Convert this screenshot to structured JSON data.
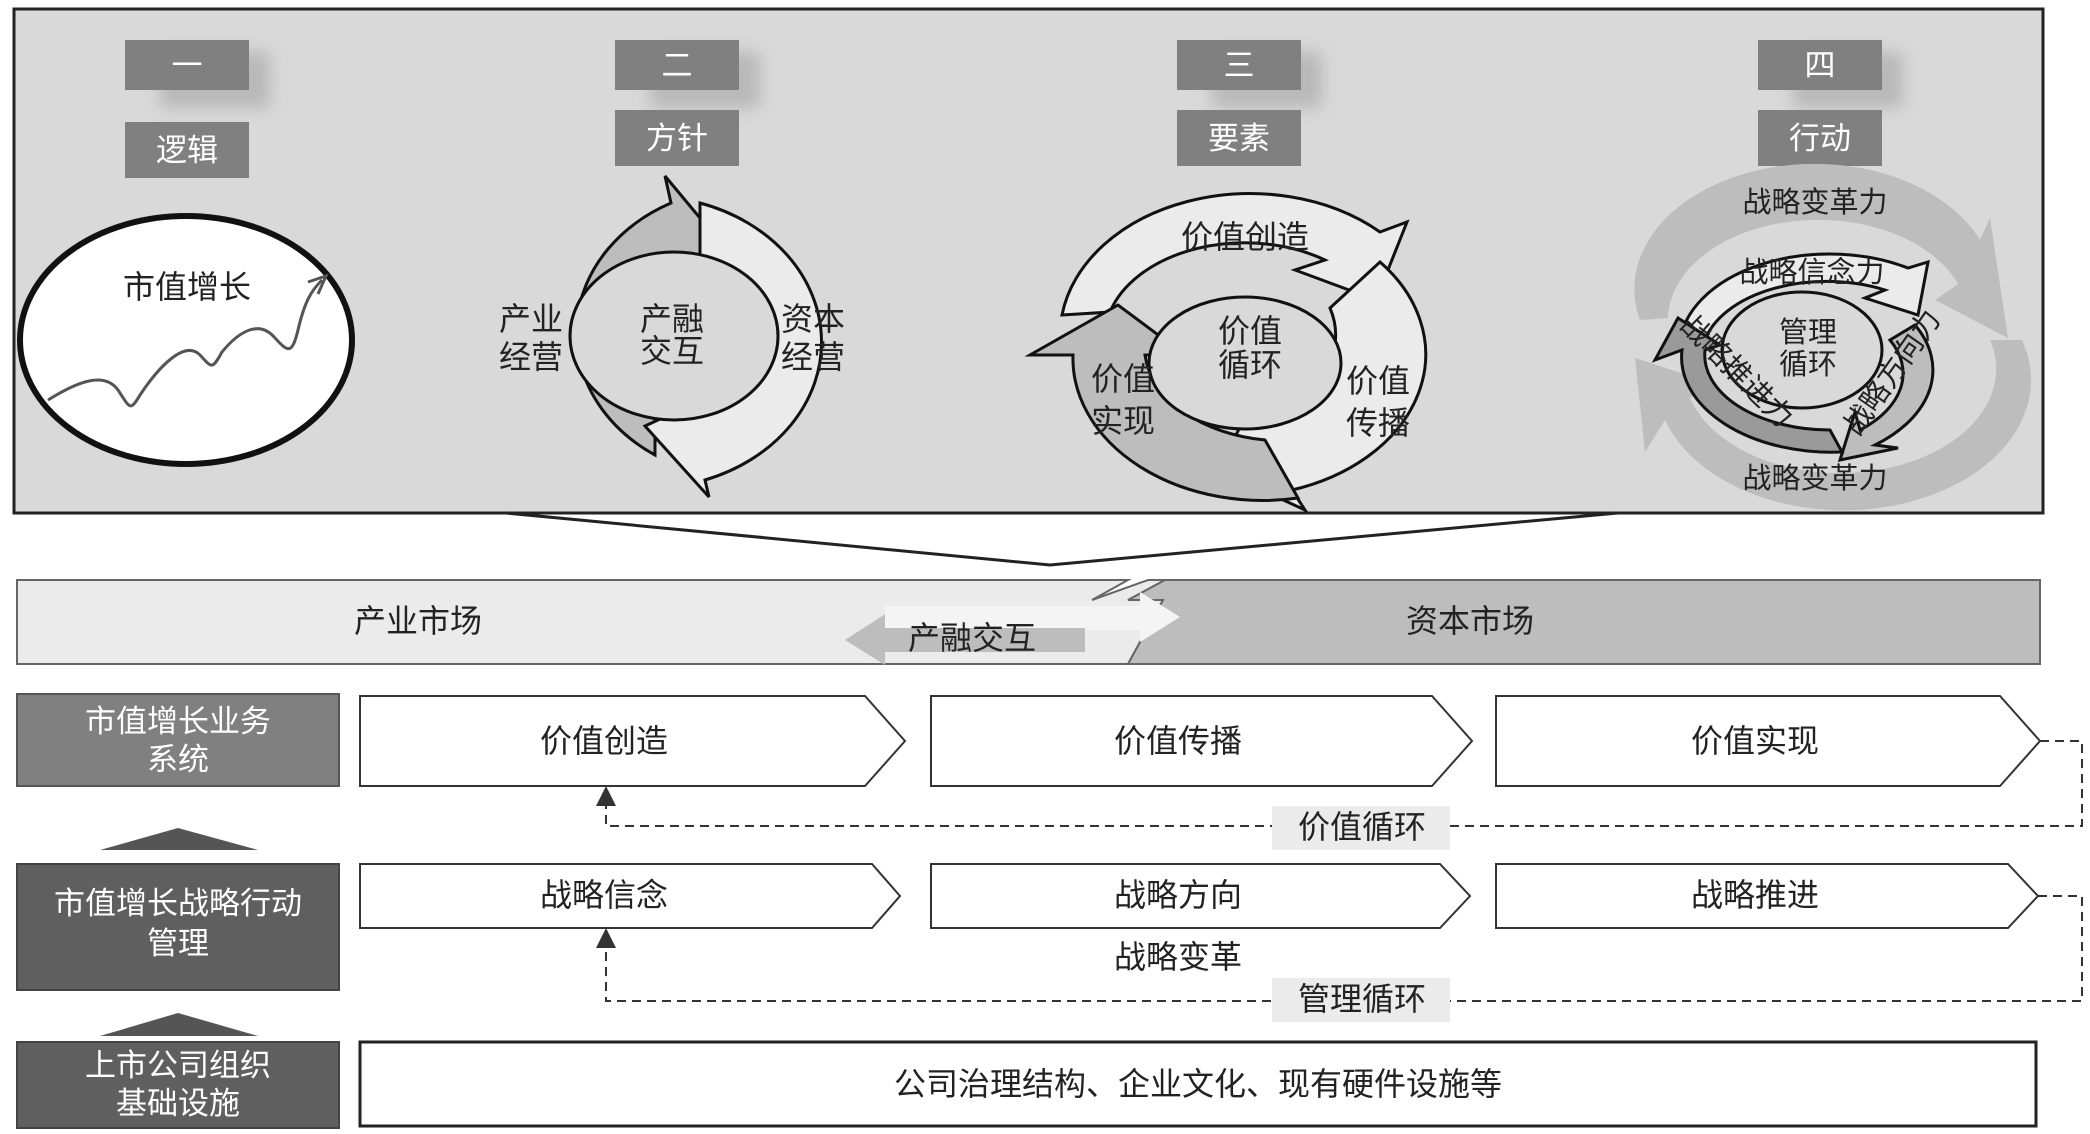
{
  "colors": {
    "panel": "#d9d9d9",
    "dark_box": "#7f7f7f",
    "darker_box": "#5f5f5f",
    "mid_gray": "#bdbdbd",
    "light_gray": "#ebebeb",
    "line": "#333333"
  },
  "top_panel": {
    "steps": [
      {
        "number": "一",
        "title": "逻辑"
      },
      {
        "number": "二",
        "title": "方针"
      },
      {
        "number": "三",
        "title": "要素"
      },
      {
        "number": "四",
        "title": "行动"
      }
    ],
    "logic": {
      "label": "市值增长"
    },
    "policy": {
      "left": [
        "产业",
        "经营"
      ],
      "center": [
        "产融",
        "交互"
      ],
      "right": [
        "资本",
        "经营"
      ]
    },
    "elements": {
      "top": "价值创造",
      "center": [
        "价值",
        "循环"
      ],
      "left": [
        "价值",
        "实现"
      ],
      "right": [
        "价值",
        "传播"
      ]
    },
    "action": {
      "outer_top": "战略变革力",
      "outer_bottom": "战略变革力",
      "inner_top": "战略信念力",
      "center": [
        "管理",
        "循环"
      ],
      "inner_left": "战略推进力",
      "inner_right": "战略方向力"
    }
  },
  "market_band": {
    "left": "产业市场",
    "right": "资本市场",
    "middle": "产融交互"
  },
  "rows": [
    {
      "label": [
        "市值增长业务",
        "系统"
      ],
      "steps": [
        "价值创造",
        "价值传播",
        "价值实现"
      ],
      "loop": "价值循环"
    },
    {
      "label": [
        "市值增长战略行动",
        "管理"
      ],
      "steps": [
        "战略信念",
        "战略方向",
        "战略推进"
      ],
      "below_middle": "战略变革",
      "loop": "管理循环"
    }
  ],
  "foundation": {
    "label": [
      "上市公司组织",
      "基础设施"
    ],
    "content": "公司治理结构、企业文化、现有硬件设施等"
  }
}
